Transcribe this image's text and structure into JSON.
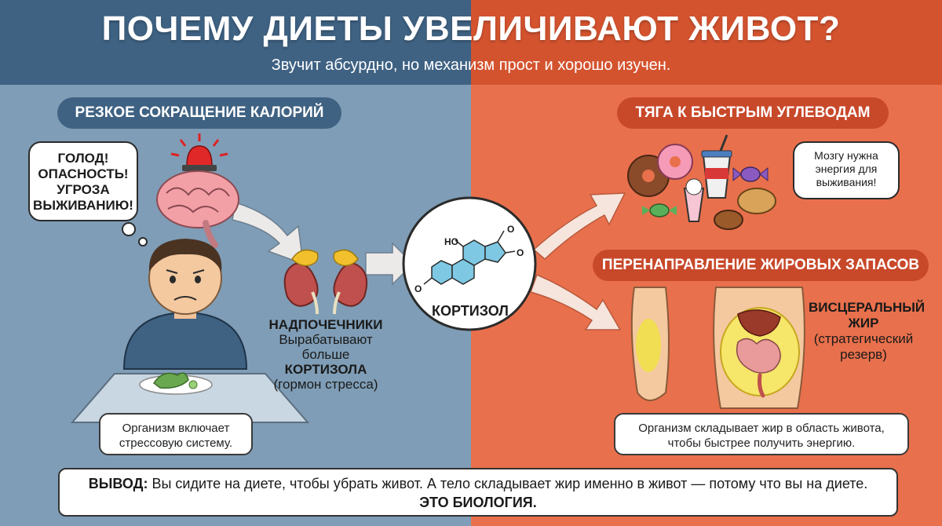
{
  "header": {
    "title": "ПОЧЕМУ ДИЕТЫ УВЕЛИЧИВАЮТ ЖИВОТ?",
    "subtitle": "Звучит абсурдно, но механизм прост и хорошо изучен."
  },
  "left": {
    "section_title": "РЕЗКОЕ СОКРАЩЕНИЕ КАЛОРИЙ",
    "thought_lines": [
      "ГОЛОД!",
      "ОПАСНОСТЬ!",
      "УГРОЗА",
      "ВЫЖИВАНИЮ!"
    ],
    "stress_note_lines": [
      "Организм включает",
      "стрессовую систему."
    ]
  },
  "adrenals": {
    "title": "НАДПОЧЕЧНИКИ",
    "line1": "Вырабатывают",
    "line2": "больше",
    "line3": "КОРТИЗОЛА",
    "line4": "(гормон стресса)"
  },
  "cortisol": {
    "label": "КОРТИЗОЛ",
    "atom_ho": "HO",
    "atom_o1": "O",
    "atom_o2": "O",
    "atom_o3": "O"
  },
  "right": {
    "carbs_title": "ТЯГА К БЫСТРЫМ УГЛЕВОДАМ",
    "brain_note_lines": [
      "Мозгу нужна",
      "энергия для",
      "выживания!"
    ],
    "fat_title": "ПЕРЕНАПРАВЛЕНИЕ ЖИРОВЫХ ЗАПАСОВ",
    "visceral_line1": "ВИСЦЕРАЛЬНЫЙ",
    "visceral_line2": "ЖИР",
    "visceral_line3": "(стратегический",
    "visceral_line4": "резерв)",
    "fat_note_lines": [
      "Организм складывает жир в область живота,",
      "чтобы быстрее получить энергию."
    ]
  },
  "conclusion": {
    "label": "ВЫВОД:",
    "text": " Вы сидите на диете, чтобы убрать живот. А тело складывает жир именно в живот — потому что вы на диете.",
    "emphasis": "ЭТО БИОЛОГИЯ."
  },
  "colors": {
    "left_bg": "#7f9db6",
    "left_header": "#3f6283",
    "right_bg": "#e9704c",
    "right_header": "#d4532f",
    "arrow_fill": "#f2f0ee"
  }
}
